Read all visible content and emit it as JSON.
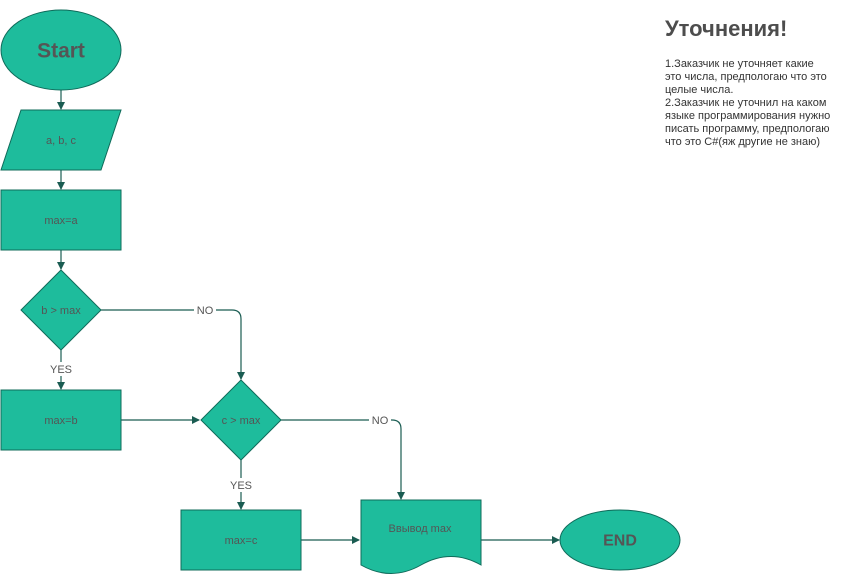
{
  "colors": {
    "shape_fill": "#1ebc9c",
    "shape_stroke": "#0f6b5a",
    "edge": "#1a5c52",
    "text": "#555555",
    "label_bg": "#ffffff"
  },
  "nodes": {
    "start": "Start",
    "input": "a, b, c",
    "assign_a": "max=a",
    "cond_b": "b > max",
    "assign_b": "max=b",
    "cond_c": "c > max",
    "assign_c": "max=c",
    "output": "Ввывод max",
    "end": "END"
  },
  "edges": {
    "cond_b_no": "NO",
    "cond_b_yes": "YES",
    "cond_c_no": "NO",
    "cond_c_yes": "YES"
  },
  "notes": {
    "title": "Уточнения!",
    "item1": "1.Заказчик не уточняет какие\nэто числа, предпологаю что это\nцелые числа.",
    "item2": "2.Заказчик не уточнил на каком\nязыке программирования нужно\nписать программу, предпологаю\nчто это C#(яж другие не знаю)"
  }
}
